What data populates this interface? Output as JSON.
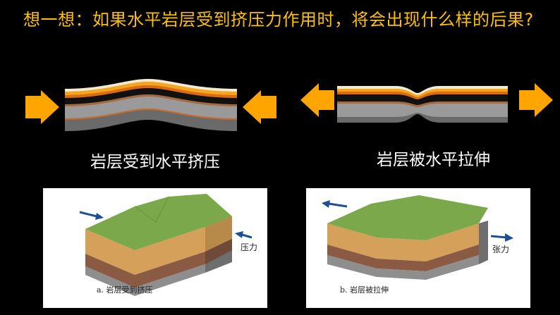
{
  "title": "想一想：如果水平岩层受到挤压力作用时，将会出现什么样的后果?",
  "left": {
    "label": "岩层受到水平挤压",
    "caption": "a. 岩层受到挤压",
    "force_label": "压力"
  },
  "right": {
    "label": "岩层被水平拉伸",
    "caption": "b. 岩层被拉伸",
    "force_label": "张力"
  },
  "colors": {
    "title": "#ffc000",
    "arrow": "#ffa500",
    "grass": "#7aa84a",
    "sand": "#d4a05a",
    "rock": "#8a5a42",
    "stone": "#8e8e8e"
  }
}
